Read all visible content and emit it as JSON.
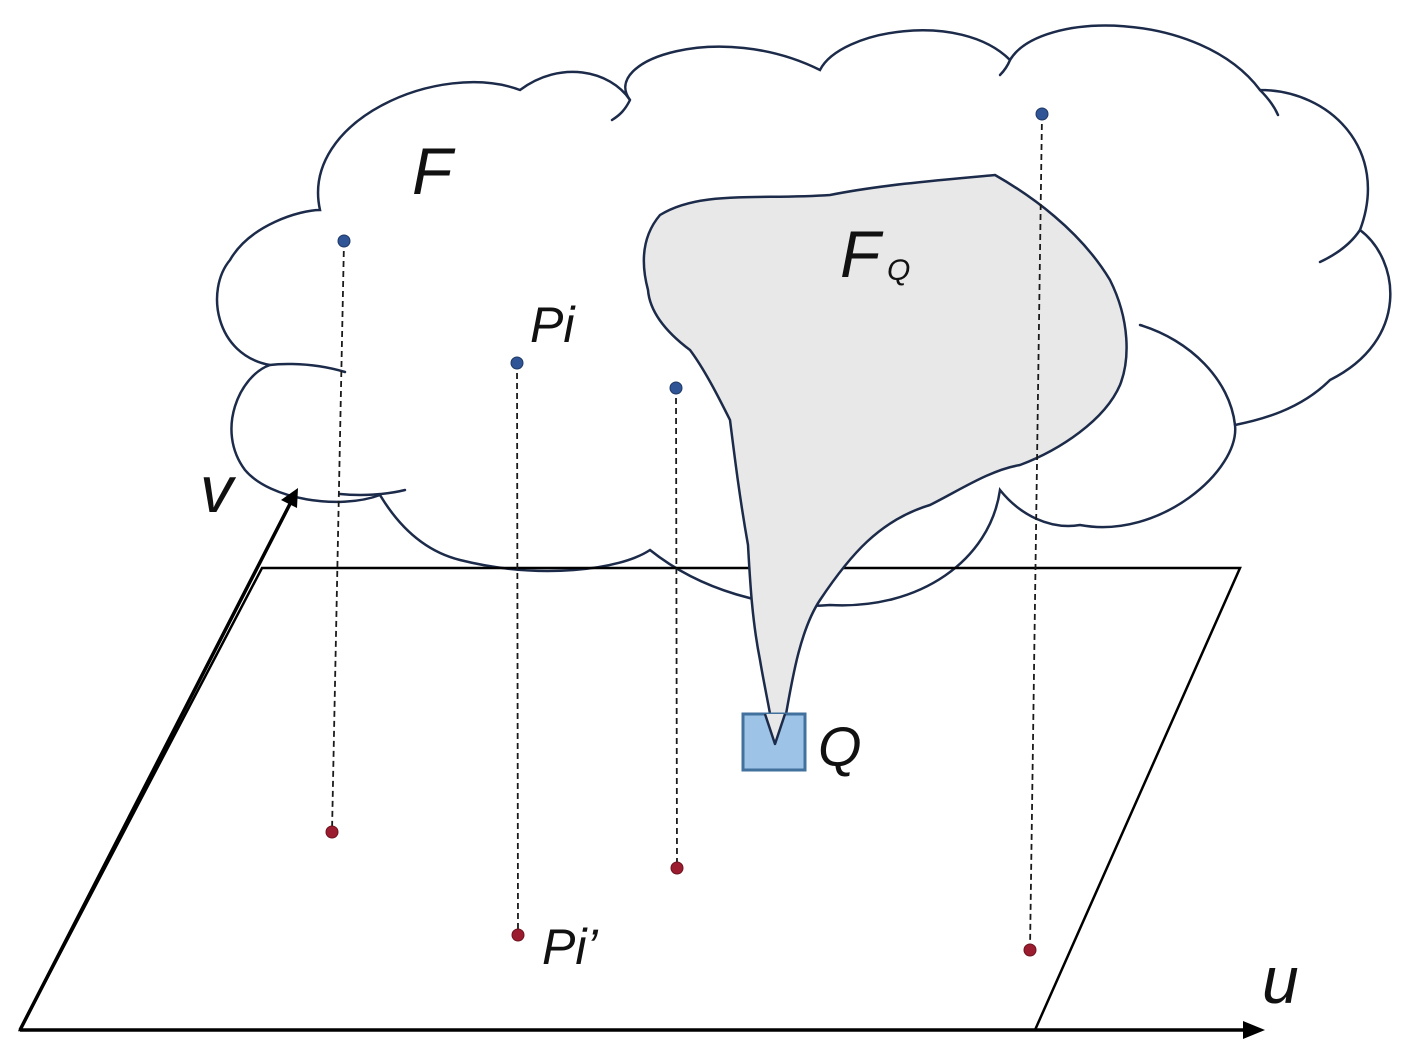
{
  "labels": {
    "F": "F",
    "F_Q_main": "F",
    "F_Q_sub": "Q",
    "P_i": "Pi",
    "P_i_prime": "Pi’",
    "Q": "Q",
    "u": "u",
    "v": "v"
  },
  "colors": {
    "outline": "#1d2b4a",
    "cloud_fill": "#ffffff",
    "fq_fill": "#e8e8e8",
    "q_fill": "#9dc3e6",
    "q_stroke": "#41719c",
    "upper_point": "#2f5597",
    "lower_point": "#9b1c2e",
    "axis": "#000000"
  }
}
